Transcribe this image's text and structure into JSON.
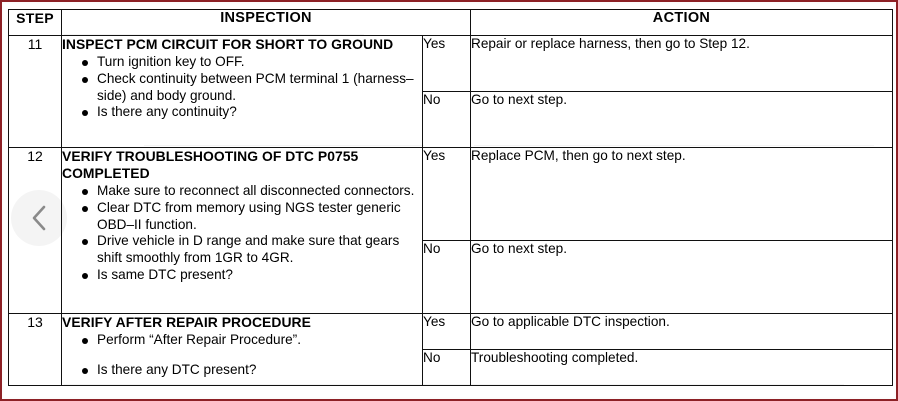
{
  "document": {
    "type": "service-manual-troubleshooting-table",
    "frame_color": "#8d2126",
    "text_color": "#000000"
  },
  "table": {
    "headers": {
      "step": "STEP",
      "inspection": "INSPECTION",
      "action": "ACTION"
    },
    "rows": [
      {
        "step": "11",
        "title": "INSPECT PCM CIRCUIT FOR SHORT TO GROUND",
        "bullets": [
          "Turn ignition key to OFF.",
          "Check continuity between PCM terminal 1 (harness–side) and body ground.",
          "Is there any continuity?"
        ],
        "answers": [
          {
            "label": "Yes",
            "action": "Repair or replace harness, then go to Step 12."
          },
          {
            "label": "No",
            "action": "Go to next step."
          }
        ]
      },
      {
        "step": "12",
        "title": "VERIFY TROUBLESHOOTING OF DTC P0755 COMPLETED",
        "bullets": [
          "Make sure to reconnect all disconnected connectors.",
          "Clear DTC from memory using NGS tester generic OBD–II function.",
          "Drive vehicle in D range and make sure that gears shift smoothly from 1GR to 4GR.",
          "Is same DTC present?"
        ],
        "answers": [
          {
            "label": "Yes",
            "action": "Replace PCM, then go to next step."
          },
          {
            "label": "No",
            "action": "Go to next step."
          }
        ]
      },
      {
        "step": "13",
        "title": "VERIFY AFTER REPAIR PROCEDURE",
        "bullets": [
          "Perform “After Repair Procedure”.",
          "Is there any DTC present?"
        ],
        "answers": [
          {
            "label": "Yes",
            "action": "Go to applicable DTC inspection."
          },
          {
            "label": "No",
            "action": "Troubleshooting completed."
          }
        ]
      }
    ]
  },
  "overlay": {
    "prev_page_icon": "chevron-left-icon"
  }
}
